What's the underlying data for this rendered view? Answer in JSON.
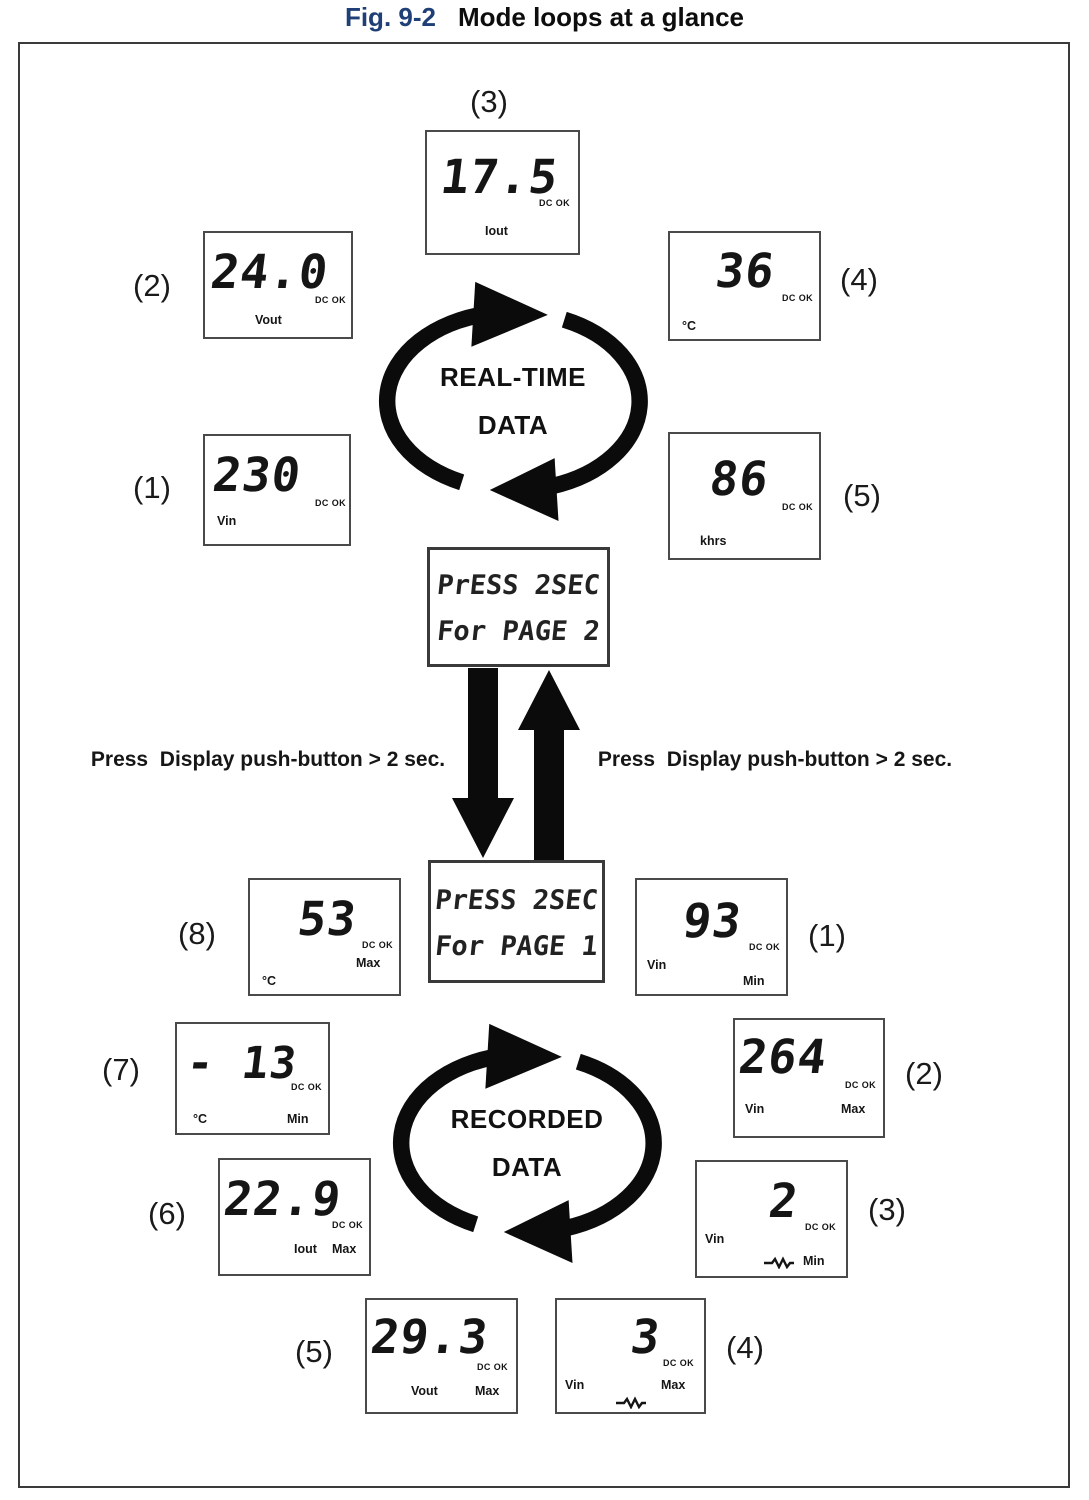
{
  "page": {
    "fig_label": "Fig. 9-2",
    "fig_title": "Mode loops at a glance"
  },
  "loops": {
    "realtime": {
      "line1": "REAL-TIME",
      "line2": "DATA"
    },
    "recorded": {
      "line1": "RECORDED",
      "line2": "DATA"
    }
  },
  "press_boxes": {
    "top": {
      "line1": "PrESS 2SEC",
      "line2": "For PAGE 2"
    },
    "bottom": {
      "line1": "PrESS 2SEC",
      "line2": "For PAGE 1"
    }
  },
  "transition": {
    "left_label": "Press  Display push-button > 2 sec.",
    "right_label": "Press  Display push-button > 2 sec."
  },
  "icons": {
    "loop_arrows": "circular-loop-arrows",
    "mode_switch": "up-down-arrows",
    "ac_wave": "ac-wave"
  },
  "displays": {
    "rt1": {
      "num": "(1)",
      "value": "230",
      "status": "DC OK",
      "unit": "Vin"
    },
    "rt2": {
      "num": "(2)",
      "value": "24.0",
      "status": "DC OK",
      "unit": "Vout"
    },
    "rt3": {
      "num": "(3)",
      "value": "17.5",
      "status": "DC OK",
      "unit": "Iout"
    },
    "rt4": {
      "num": "(4)",
      "value": "36",
      "status": "DC OK",
      "unit": "°C"
    },
    "rt5": {
      "num": "(5)",
      "value": "86",
      "status": "DC OK",
      "unit": "khrs"
    },
    "rc1": {
      "num": "(1)",
      "value": "93",
      "status": "DC OK",
      "unit": "Vin",
      "tag": "Min"
    },
    "rc2": {
      "num": "(2)",
      "value": "264",
      "status": "DC OK",
      "unit": "Vin",
      "tag": "Max"
    },
    "rc3": {
      "num": "(3)",
      "value": "2",
      "status": "DC OK",
      "unit": "Vin",
      "tag": "Min"
    },
    "rc4": {
      "num": "(4)",
      "value": "3",
      "status": "DC OK",
      "unit": "Vin",
      "tag": "Max"
    },
    "rc5": {
      "num": "(5)",
      "value": "29.3",
      "status": "DC OK",
      "unit": "Vout",
      "tag": "Max"
    },
    "rc6": {
      "num": "(6)",
      "value": "22.9",
      "status": "DC OK",
      "unit": "Iout",
      "tag": "Max"
    },
    "rc7": {
      "num": "(7)",
      "value": "- 13",
      "status": "DC OK",
      "unit": "°C",
      "tag": "Min"
    },
    "rc8": {
      "num": "(8)",
      "value": "53",
      "status": "DC OK",
      "unit": "°C",
      "tag": "Max"
    }
  }
}
